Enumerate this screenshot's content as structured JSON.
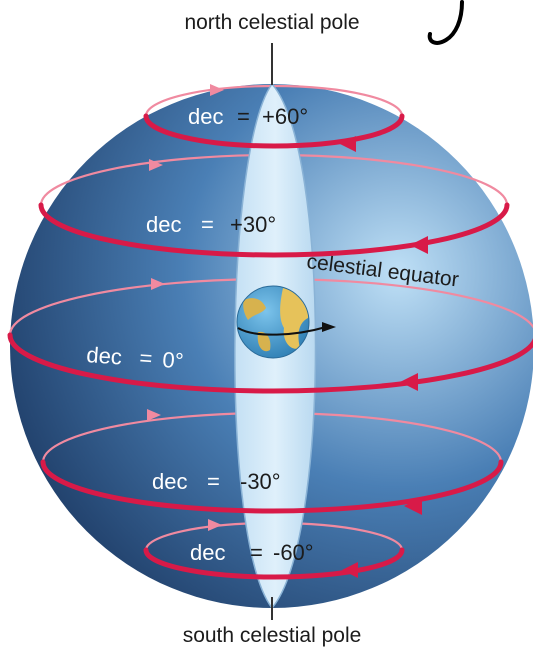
{
  "labels": {
    "north_pole": "north celestial pole",
    "south_pole": "south celestial pole",
    "equator": "celestial equator"
  },
  "declination_rings": [
    {
      "prefix": "dec",
      "eq": "=",
      "value": "+60°"
    },
    {
      "prefix": "dec",
      "eq": "=",
      "value": "+30°"
    },
    {
      "prefix": "dec",
      "eq": "=",
      "value": "0°"
    },
    {
      "prefix": "dec",
      "eq": "=",
      "value": "-30°"
    },
    {
      "prefix": "dec",
      "eq": "=",
      "value": "-60°"
    }
  ],
  "colors": {
    "sphere_dark": "#1e3c66",
    "sphere_mid": "#4a7fb5",
    "sphere_light": "#bfe0f6",
    "meridian_band": "#d4ebf9",
    "ring_red": "#d81a48",
    "ring_pink": "#f08aa0",
    "text_white": "#ffffff",
    "text_dark": "#1c1c1c",
    "earth_ocean": "#3f9ad0",
    "earth_land": "#e6c25a"
  },
  "icons": {
    "earth": "earth-icon",
    "arrow": "arrowhead-icon"
  }
}
